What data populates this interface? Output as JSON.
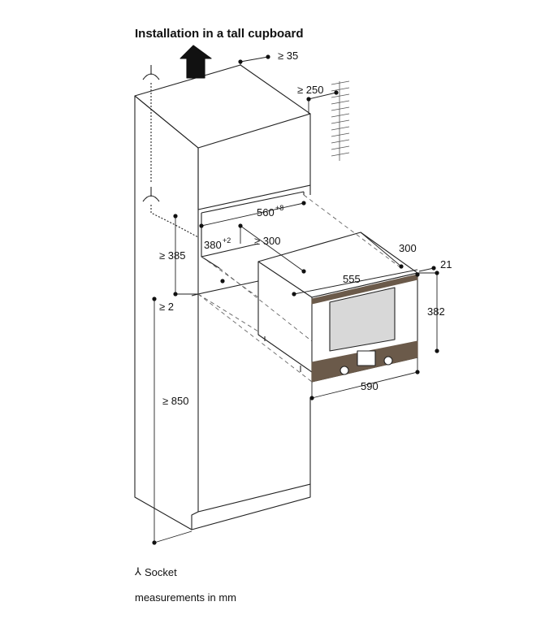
{
  "title": "Installation in a tall cupboard",
  "legend": {
    "symbol": "⅄",
    "label": "Socket"
  },
  "note": "measurements in mm",
  "dimensions": {
    "top_gap": "≥ 35",
    "rear_vent": "≥ 250",
    "niche_width": "560",
    "niche_width_tol": "+8",
    "niche_height": "380",
    "niche_height_tol": "+2",
    "niche_depth": "≥ 300",
    "niche_clear": "≥ 385",
    "base_gap": "≥ 2",
    "floor_height": "≥ 850",
    "appliance_depth": "300",
    "front_thickness": "21",
    "appliance_width": "555",
    "appliance_height": "382",
    "front_width": "590"
  },
  "colors": {
    "line": "#222222",
    "dashed": "#555555",
    "panel": "#6b5a4a",
    "window": "#d8d8d8"
  }
}
